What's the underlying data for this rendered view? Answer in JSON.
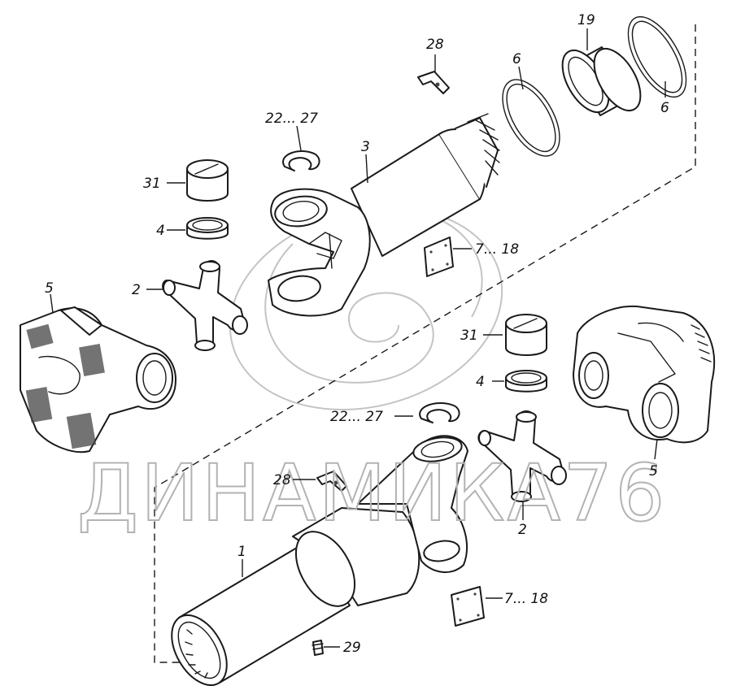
{
  "watermark": "ДИНАМИКА76",
  "labels": {
    "l1": "1",
    "l2a": "2",
    "l2b": "2",
    "l3": "3",
    "l4a": "4",
    "l4b": "4",
    "l5a": "5",
    "l5b": "5",
    "l6a": "6",
    "l6b": "6",
    "l7a": "7... 18",
    "l7b": "7... 18",
    "l19": "19",
    "l22a": "22... 27",
    "l22b": "22... 27",
    "l28a": "28",
    "l28b": "28",
    "l29": "29",
    "l31a": "31",
    "l31b": "31"
  }
}
